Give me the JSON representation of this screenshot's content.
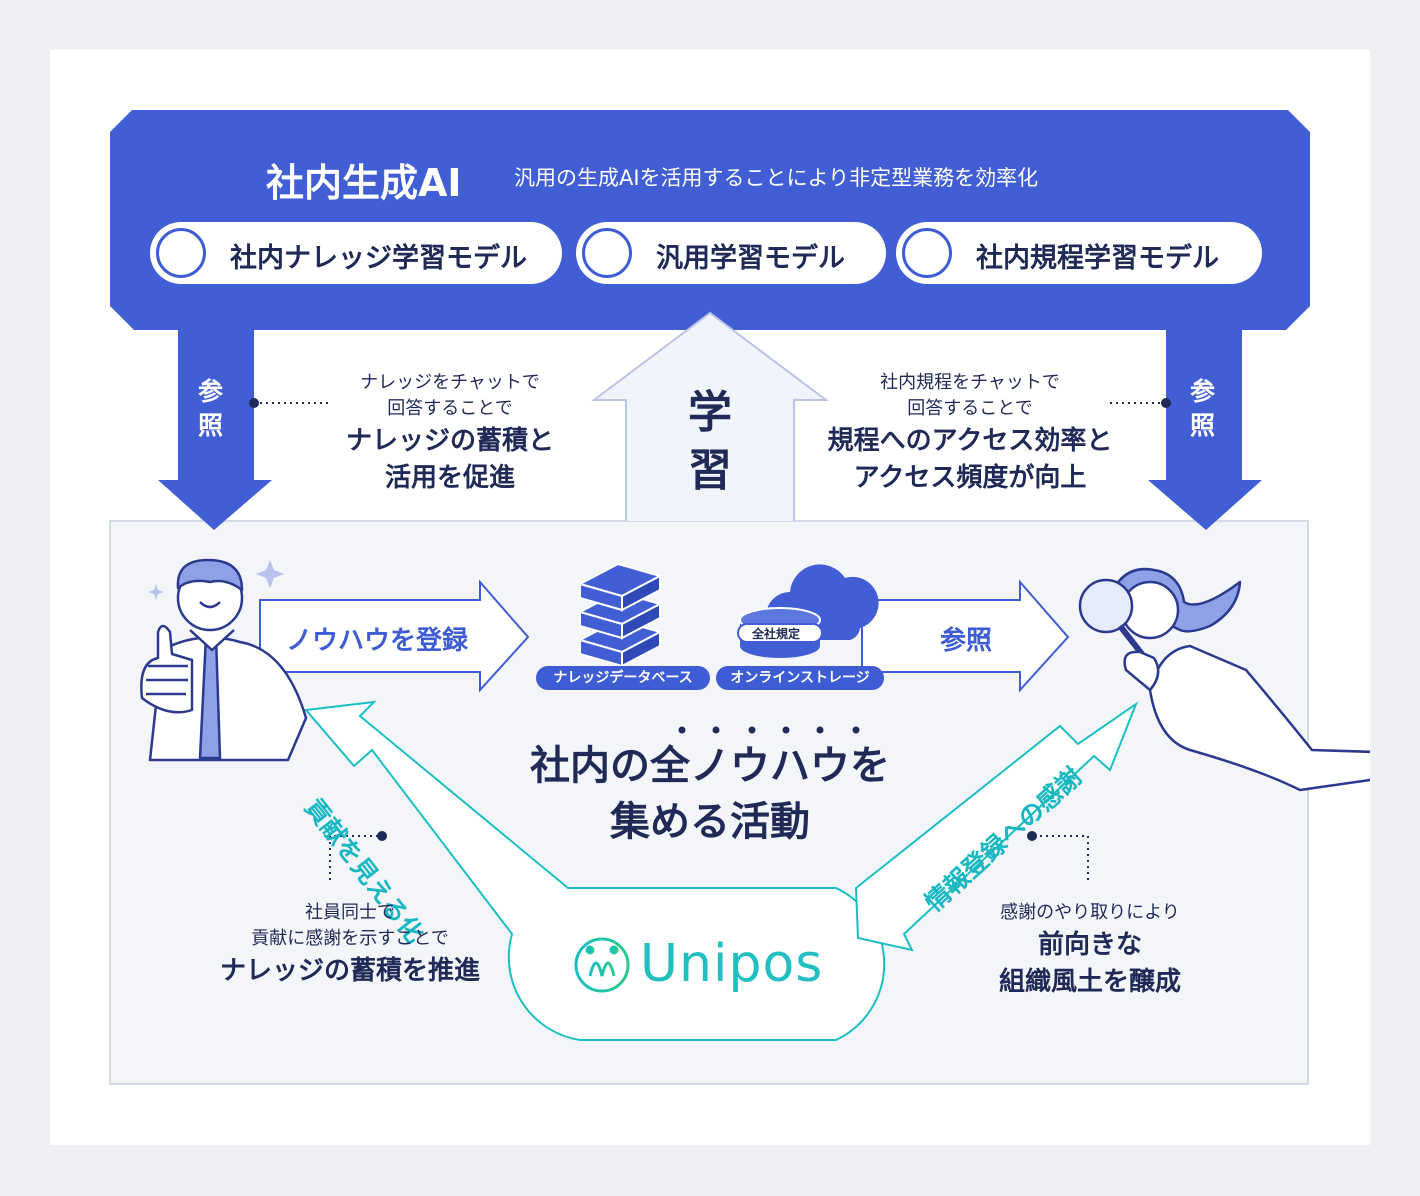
{
  "header": {
    "title": "社内生成AI",
    "subtitle": "汎用の生成AIを活用することにより非定型業務を効率化"
  },
  "models": [
    {
      "label": "社内ナレッジ学習モデル",
      "icon": "robot-headset-icon"
    },
    {
      "label": "汎用学習モデル",
      "icon": "ai-head-chip-icon"
    },
    {
      "label": "社内規程学習モデル",
      "icon": "robot-headset-icon"
    }
  ],
  "arrows": {
    "left_refer": [
      "参",
      "照"
    ],
    "right_refer": [
      "参",
      "照"
    ],
    "learn": [
      "学",
      "習"
    ],
    "register": "ノウハウを登録",
    "refer_mid": "参照",
    "contribution": "貢献を見える化",
    "gratitude": "情報登録への感謝"
  },
  "notes": {
    "left_top": {
      "line1": "ナレッジをチャットで",
      "line2": "回答することで",
      "bold1": "ナレッジの蓄積と",
      "bold2": "活用を促進"
    },
    "right_top": {
      "line1": "社内規程をチャットで",
      "line2": "回答することで",
      "bold1": "規程へのアクセス効率と",
      "bold2": "アクセス頻度が向上"
    },
    "left_bottom": {
      "line1": "社員同士で",
      "line2": "貢献に感謝を示すことで",
      "bold1": "ナレッジの蓄積を推進"
    },
    "right_bottom": {
      "line1": "感謝のやり取りにより",
      "bold1": "前向きな",
      "bold2": "組織風土を醸成"
    }
  },
  "storage": {
    "db_label": "ナレッジデータベース",
    "cloud_label": "オンラインストレージ",
    "cloud_badge": "全社規定"
  },
  "center": {
    "line1": "社内の全ノウハウを",
    "line2": "集める活動"
  },
  "brand": {
    "name": "Unipos"
  },
  "colors": {
    "primary": "#3e5cd4",
    "navy": "#1f2a57",
    "teal": "#1bbfc3",
    "panel": "#f4f5f9",
    "light_arrow": "#f2f4fb"
  }
}
